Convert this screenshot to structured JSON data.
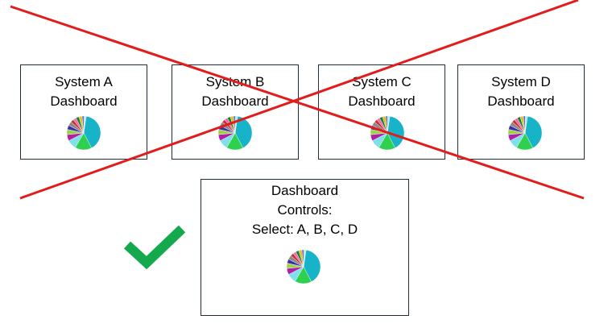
{
  "systems": [
    {
      "title": "System A\nDashboard"
    },
    {
      "title": "System B\nDashboard"
    },
    {
      "title": "System C\nDashboard"
    },
    {
      "title": "System D\nDashboard"
    }
  ],
  "controls": {
    "title": "Dashboard\nControls:\nSelect: A, B, C, D"
  },
  "colors": {
    "cross": "#e31b1b",
    "check": "#14a94c",
    "border": "#1f2d3d"
  },
  "pie_icon": {
    "slices": [
      40,
      16,
      9,
      6,
      5,
      4,
      4,
      3,
      3,
      3,
      3,
      2,
      2
    ],
    "colors": [
      "#17b3c9",
      "#2fcf4f",
      "#7fe0ec",
      "#b01fa6",
      "#9ad24a",
      "#3a2fa8",
      "#8a8a8a",
      "#d12d2d",
      "#f06fb0",
      "#1f7a3a",
      "#e0c020",
      "#5a70d0",
      "#b7e4ef"
    ]
  }
}
